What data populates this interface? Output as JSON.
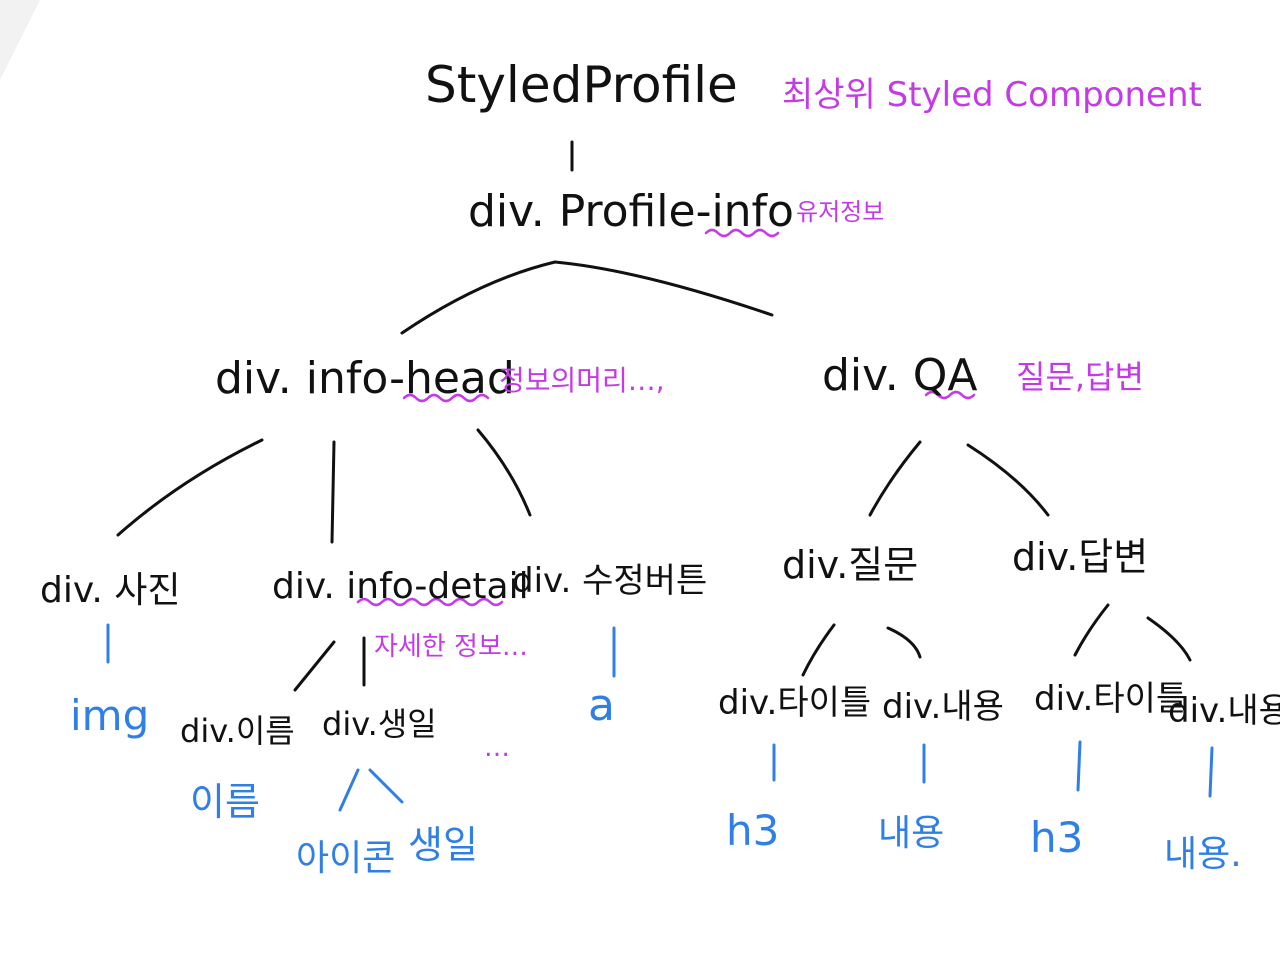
{
  "root": {
    "label": "StyledProfile",
    "note": "최상위 Styled Component"
  },
  "profile_info": {
    "label": "div. Profile-info",
    "note": "유저정보"
  },
  "info_head": {
    "label": "div. info-head",
    "note": "정보의머리…,",
    "children": {
      "photo": {
        "label": "div. 사진",
        "element": "img"
      },
      "info_detail": {
        "label": "div. info-detail",
        "note": "자세한 정보…",
        "children": {
          "name": {
            "label": "div.이름",
            "element": "이름"
          },
          "birthday": {
            "label": "div.생일",
            "elements": [
              "아이콘",
              "생일"
            ]
          },
          "more": "…"
        }
      },
      "edit_button": {
        "label": "div. 수정버튼",
        "element": "a"
      }
    }
  },
  "qa": {
    "label": "div. QA",
    "note": "질문,답변",
    "children": {
      "question": {
        "label": "div.질문",
        "title": {
          "label": "div.타이틀",
          "element": "h3"
        },
        "content": {
          "label": "div.내용",
          "element": "내용"
        }
      },
      "answer": {
        "label": "div.답변",
        "title": {
          "label": "div.타이틀",
          "element": "h3"
        },
        "content": {
          "label": "div.내용",
          "element": "내용."
        }
      }
    }
  }
}
